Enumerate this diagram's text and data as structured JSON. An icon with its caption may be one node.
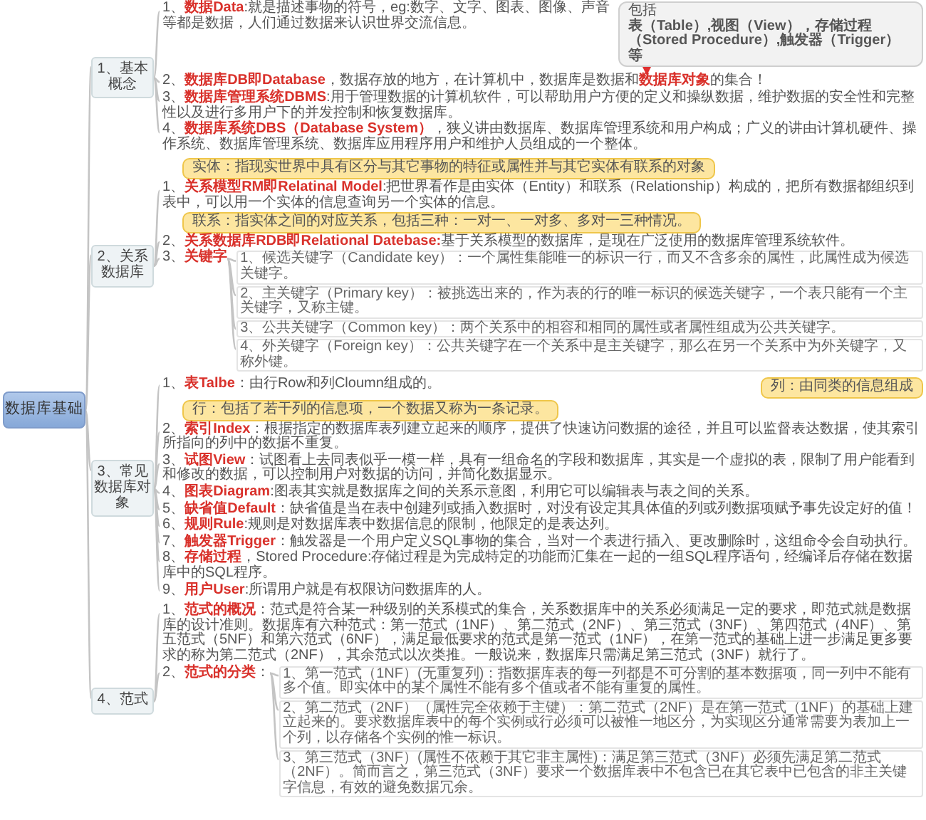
{
  "diagram": {
    "nodes": [
      {
        "text": [
          "数据库基础"
        ]
      },
      {
        "text": [
          "1、基本概念"
        ]
      },
      {
        "text": [
          "2、关系数据库"
        ]
      },
      {
        "text": [
          "3、常见数据库对象"
        ]
      },
      {
        "text": [
          "4、范式"
        ]
      },
      {
        "text": [
          "1、**数据Data**:就是描述事物的符号，eg:数字、文字、图表、图像、声音等都是数据，人们通过数据来认识世界交流信息。"
        ]
      },
      {
        "text": [
          "2、**数据库DB即Database**，数据存放的地方，在计算机中，数据库是数据和**数据库对象**的集合！"
        ]
      },
      {
        "text": [
          "3、**数据库管理系统DBMS**:用于管理数据的计算机软件，可以帮助用户方便的定义和操纵数据，维护数据的安全性和完整性以及进行多用户下的并发控制和恢复数据库。"
        ]
      },
      {
        "text": [
          "4、**数据库系统DBS（Database System）**，狭义讲由数据库、数据库管理系统和用户构成；广义的讲由计算机硬件、操作系统、数据库管理系统、数据库应用程序用户和维护人员组成的一个整体。"
        ]
      },
      {
        "text": [
          "包括",
          "表（Table）,视图（View），存储过程（Stored Procedure）,触发器（Trigger）等"
        ]
      },
      {
        "text": [
          "实体：指现实世界中具有区分与其它事物的特征或属性并与其它实体有联系的对象"
        ]
      },
      {
        "text": [
          "1、**关系模型RM即Relatinal Model**:把世界看作是由实体（Entity）和联系（Relationship）构成的，把所有数据都组织到表中，可以用一个实体的信息查询另一个实体的信息。"
        ]
      },
      {
        "text": [
          "联系：指实体之间的对应关系，包括三种：一对一、一对多、多对一三种情况。"
        ]
      },
      {
        "text": [
          "2、**关系数据库RDB即Relational Datebase:**基于关系模型的数据库，是现在广泛使用的数据库管理系统软件。"
        ]
      },
      {
        "text": [
          "3、**关键字**"
        ]
      },
      {
        "text": [
          "1、候选关键字（Candidate key）：一个属性集能唯一的标识一行，而又不含多余的属性，此属性成为候选关键字。"
        ]
      },
      {
        "text": [
          "2、主关键字（Primary key）：被挑选出来的，作为表的行的唯一标识的候选关键字，一个表只能有一个主关键字，又称主键。"
        ]
      },
      {
        "text": [
          "3、公共关键字（Common key）：两个关系中的相容和相同的属性或者属性组成为公共关键字。"
        ]
      },
      {
        "text": [
          "4、外关键字（Foreign key）：公共关键字在一个关系中是主关键字，那么在另一个关系中为外关键字，又称外键。"
        ]
      },
      {
        "text": [
          "列：由同类的信息组成"
        ]
      },
      {
        "text": [
          "1、**表Talbe**：由行Row和列Cloumn组成的。"
        ]
      },
      {
        "text": [
          "行：包括了若干列的信息项，一个数据又称为一条记录。"
        ]
      },
      {
        "text": [
          "2、**索引Index**：根据指定的数据库表列建立起来的顺序，提供了快速访问数据的途径，并且可以监督表达数据，使其索引所指向的列中的数据不重复。"
        ]
      },
      {
        "text": [
          "3、**试图View**：试图看上去同表似乎一模一样，具有一组命名的字段和数据库，其实是一个虚拟的表，限制了用户能看到和修改的数据，可以控制用户对数据的访问，并简化数据显示。"
        ]
      },
      {
        "text": [
          "4、**图表Diagram**:图表其实就是数据库之间的关系示意图，利用它可以编辑表与表之间的关系。"
        ]
      },
      {
        "text": [
          "5、**缺省值Default**：缺省值是当在表中创建列或插入数据时，对没有设定其具体值的列或列数据项赋予事先设定好的值！"
        ]
      },
      {
        "text": [
          "6、**规则Rule**:规则是对数据库表中数据信息的限制，他限定的是表达列。"
        ]
      },
      {
        "text": [
          "7、**触发器Trigger**：触发器是一个用户定义SQL事物的集合，当对一个表进行插入、更改删除时，这组命令会自动执行。"
        ]
      },
      {
        "text": [
          "8、**存储过程**，Stored Procedure:存储过程是为完成特定的功能而汇集在一起的一组SQL程序语句，经编译后存储在数据库中的SQL程序。"
        ]
      },
      {
        "text": [
          "9、**用户User**:所谓用户就是有权限访问数据库的人。"
        ]
      },
      {
        "text": [
          "1、**范式的概况**：范式是符合某一种级别的关系模式的集合，关系数据库中的关系必须满足一定的要求，即范式就是数据库的设计准则。数据库有六种范式：第一范式（1NF）、第二范式（2NF）、第三范式（3NF）、第四范式（4NF）、第五范式（5NF）和第六范式（6NF），满足最低要求的范式是第一范式（1NF），在第一范式的基础上进一步满足更多要求的称为第二范式（2NF），其余范式以次类推。一般说来，数据库只需满足第三范式（3NF）就行了。"
        ]
      },
      {
        "text": [
          "2、**范式的分类**："
        ]
      },
      {
        "text": [
          "1、第一范式（1NF）(无重复列)：指数据库表的每一列都是不可分割的基本数据项，同一列中不能有多个值。即实体中的某个属性不能有多个值或者不能有重复的属性。"
        ]
      },
      {
        "text": [
          "2、第二范式（2NF）（属性完全依赖于主键）：第二范式（2NF）是在第一范式（1NF）的基础上建立起来的。要求数据库表中的每个实例或行必须可以被惟一地区分，为实现区分通常需要为表加上一个列，以存储各个实例的惟一标识。"
        ]
      },
      {
        "text": [
          "3、第三范式（3NF）(属性不依赖于其它非主属性)：满足第三范式（3NF）必须先满足第二范式（2NF）。简而言之，第三范式（3NF）要求一个数据库表中不包含已在其它表中已包含的非主关键字信息，有效的避免数据冗余。"
        ]
      }
    ],
    "edges": [
      {
        "from": 0,
        "to": 1,
        "arrow": "none"
      },
      {
        "from": 0,
        "to": 2,
        "arrow": "none"
      },
      {
        "from": 0,
        "to": 3,
        "arrow": "none"
      },
      {
        "from": 0,
        "to": 4,
        "arrow": "none"
      },
      {
        "from": 1,
        "to": 5,
        "arrow": "none"
      },
      {
        "from": 1,
        "to": 6,
        "arrow": "none"
      },
      {
        "from": 1,
        "to": 7,
        "arrow": "none"
      },
      {
        "from": 1,
        "to": 8,
        "arrow": "none"
      },
      {
        "from": 9,
        "to": 6,
        "arrow": "to",
        "style": "dashed",
        "color": "#e03030"
      },
      {
        "from": 2,
        "to": 11,
        "arrow": "none"
      },
      {
        "from": 2,
        "to": 13,
        "arrow": "none"
      },
      {
        "from": 2,
        "to": 14,
        "arrow": "none"
      },
      {
        "from": 14,
        "to": 15,
        "arrow": "none"
      },
      {
        "from": 14,
        "to": 16,
        "arrow": "none"
      },
      {
        "from": 14,
        "to": 17,
        "arrow": "none"
      },
      {
        "from": 14,
        "to": 18,
        "arrow": "none"
      },
      {
        "from": 3,
        "to": 20,
        "arrow": "none"
      },
      {
        "from": 3,
        "to": 22,
        "arrow": "none"
      },
      {
        "from": 3,
        "to": 23,
        "arrow": "none"
      },
      {
        "from": 3,
        "to": 24,
        "arrow": "none"
      },
      {
        "from": 3,
        "to": 25,
        "arrow": "none"
      },
      {
        "from": 3,
        "to": 26,
        "arrow": "none"
      },
      {
        "from": 3,
        "to": 27,
        "arrow": "none"
      },
      {
        "from": 3,
        "to": 28,
        "arrow": "none"
      },
      {
        "from": 3,
        "to": 29,
        "arrow": "none"
      },
      {
        "from": 4,
        "to": 30,
        "arrow": "none"
      },
      {
        "from": 4,
        "to": 31,
        "arrow": "none"
      },
      {
        "from": 31,
        "to": 32,
        "arrow": "none"
      },
      {
        "from": 31,
        "to": 33,
        "arrow": "none"
      },
      {
        "from": 31,
        "to": 34,
        "arrow": "none"
      }
    ]
  }
}
